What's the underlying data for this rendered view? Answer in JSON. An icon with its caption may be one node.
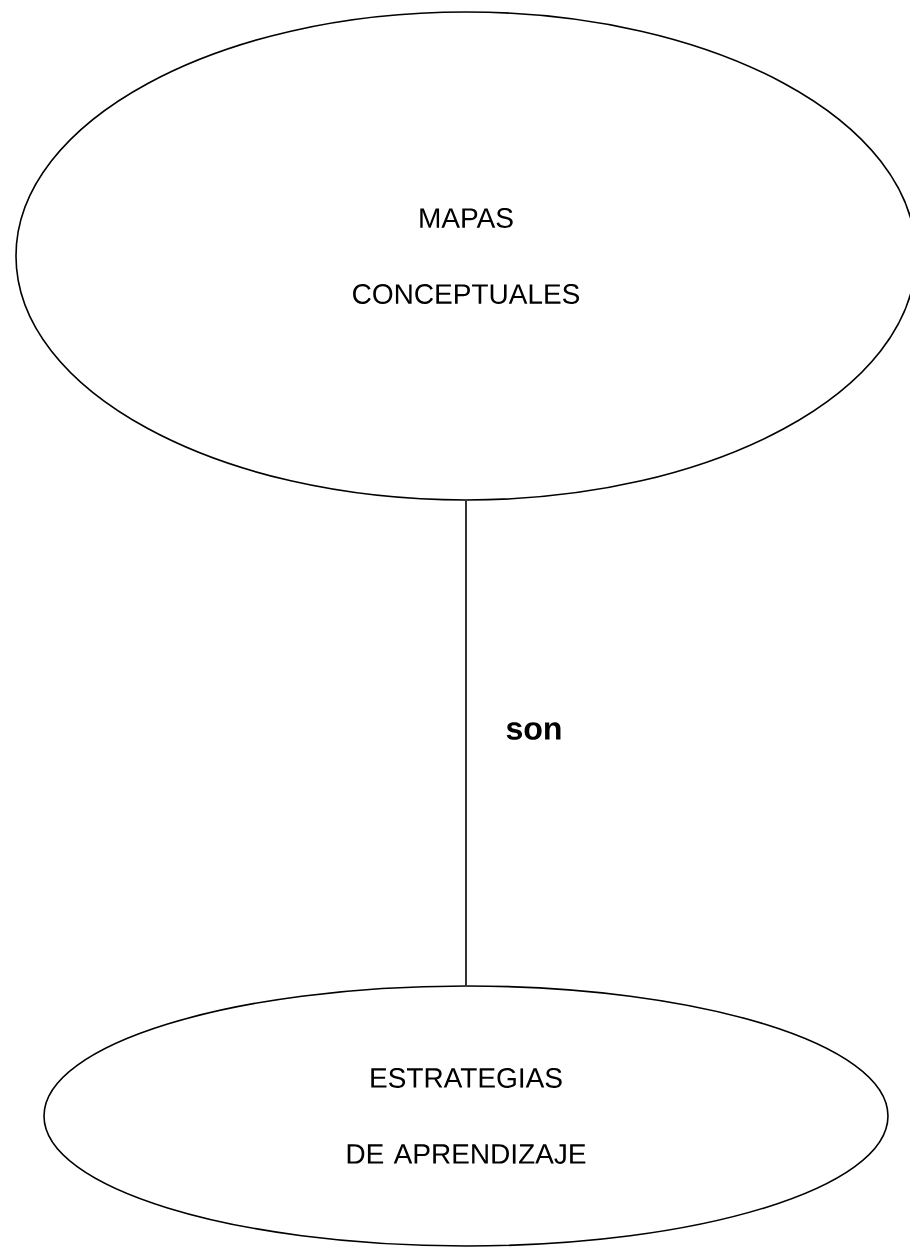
{
  "diagram": {
    "nodes": [
      {
        "text": [
          "MAPAS CONCEPTUALES"
        ]
      },
      {
        "text": [
          "ESTRATEGIAS DE APRENDIZAJE"
        ]
      }
    ],
    "edges": [
      {
        "from": 0,
        "to": 1,
        "arrow": "none",
        "label": "son"
      }
    ]
  }
}
